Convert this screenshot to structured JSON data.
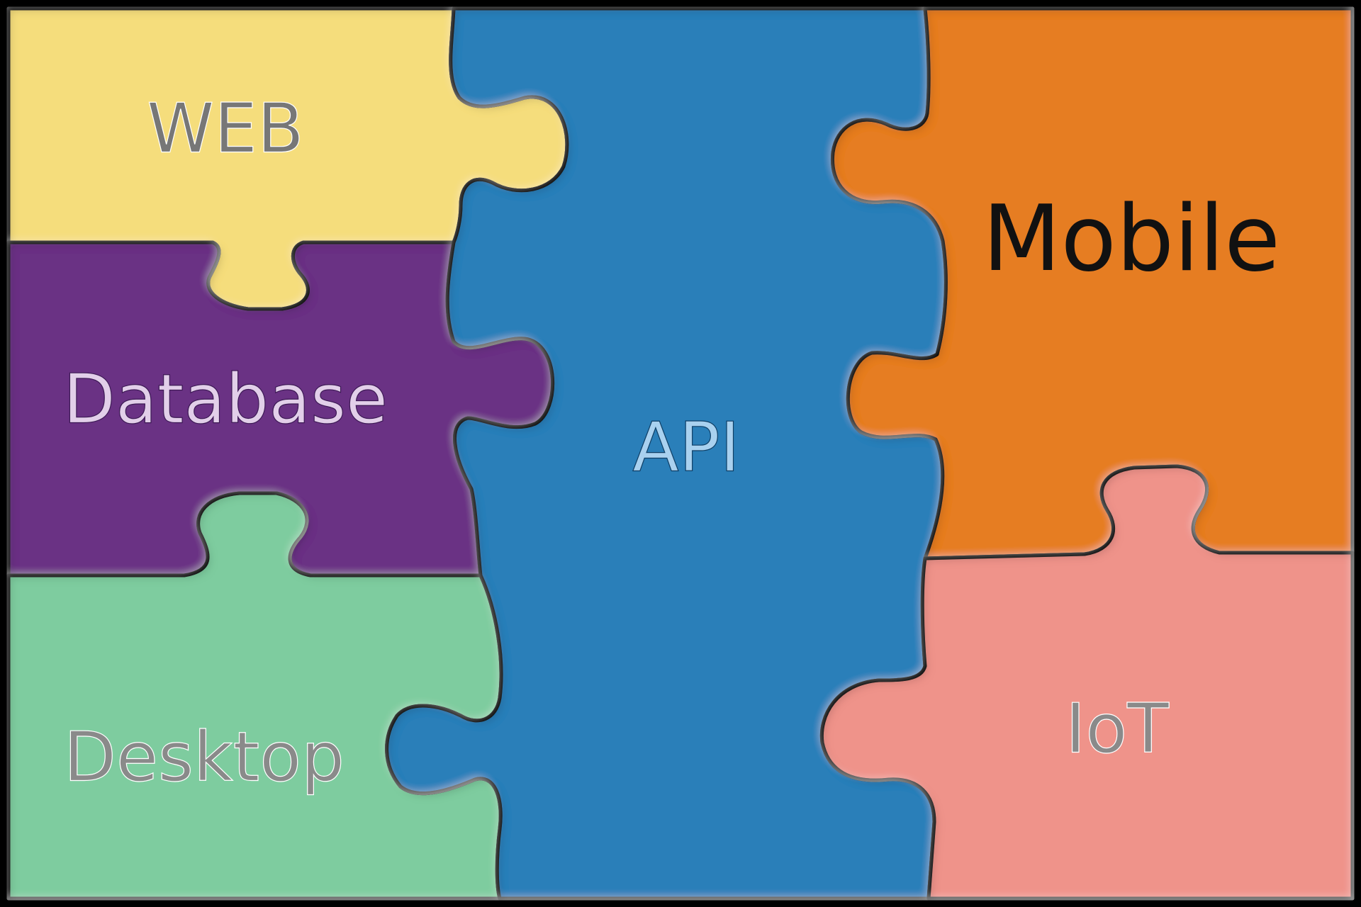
{
  "diagram": {
    "pieces": [
      {
        "id": "web",
        "label": "WEB",
        "color": "#f5dd7c"
      },
      {
        "id": "database",
        "label": "Database",
        "color": "#6b3384"
      },
      {
        "id": "desktop",
        "label": "Desktop",
        "color": "#7ecc9f"
      },
      {
        "id": "api",
        "label": "API",
        "color": "#2a7fb9"
      },
      {
        "id": "mobile",
        "label": "Mobile",
        "color": "#e67d22"
      },
      {
        "id": "iot",
        "label": "IoT",
        "color": "#ef938a"
      }
    ],
    "frame_color": "#000000"
  }
}
